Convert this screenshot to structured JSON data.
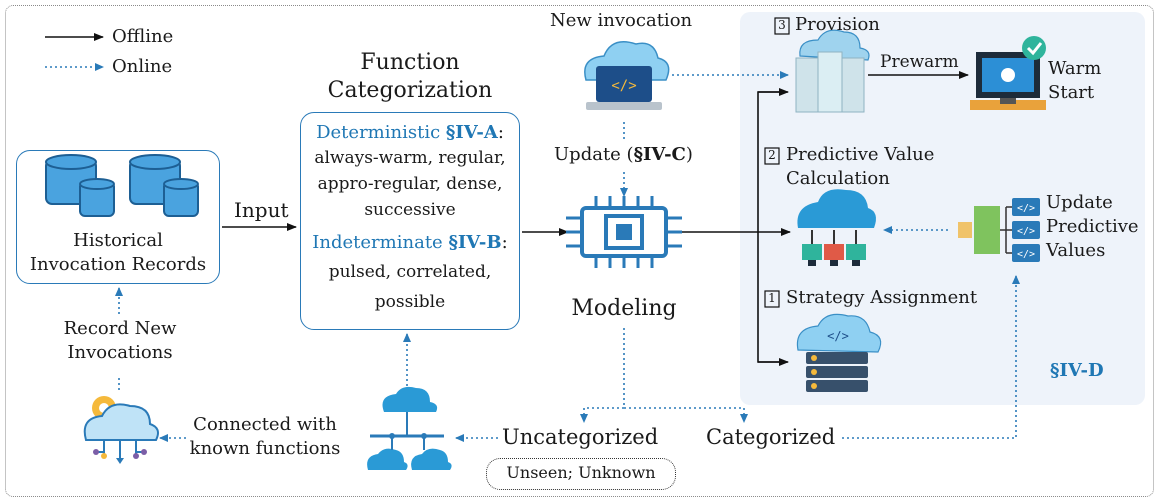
{
  "legend": {
    "offline": "Offline",
    "online": "Online"
  },
  "history": {
    "label_line1": "Historical",
    "label_line2": "Invocation Records"
  },
  "input_label": "Input",
  "categorization": {
    "title_line1": "Function",
    "title_line2": "Categorization",
    "deterministic_heading": "Deterministic",
    "deterministic_ref": "§IV-A",
    "deterministic_items": [
      "always-warm, regular,",
      "appro-regular, dense,",
      "successive"
    ],
    "indeterminate_heading": "Indeterminate",
    "indeterminate_ref": "§IV-B",
    "indeterminate_items": [
      "pulsed, correlated,",
      "possible"
    ]
  },
  "new_invocation": "New invocation",
  "update": {
    "prefix": "Update (",
    "ref": "§IV-C",
    "suffix": ")"
  },
  "modeling": "Modeling",
  "provision": {
    "num": "3",
    "label": "Provision"
  },
  "prewarm": "Prewarm",
  "warm_start": {
    "line1": "Warm",
    "line2": "Start"
  },
  "predictive": {
    "num": "2",
    "line1": "Predictive Value",
    "line2": "Calculation"
  },
  "update_predictive": {
    "line1": "Update",
    "line2": "Predictive",
    "line3": "Values"
  },
  "strategy": {
    "num": "1",
    "label": "Strategy Assignment"
  },
  "section_ref": "§IV-D",
  "record_new": {
    "line1": "Record New",
    "line2": "Invocations"
  },
  "connected": {
    "line1": "Connected with",
    "line2": "known functions"
  },
  "uncategorized": "Uncategorized",
  "unseen": "Unseen; Unknown",
  "categorized": "Categorized",
  "colors": {
    "accent": "#1f77b4",
    "online_arrow": "#2a7ab8",
    "offline_arrow": "#111111",
    "panel": "#eef3fa"
  }
}
